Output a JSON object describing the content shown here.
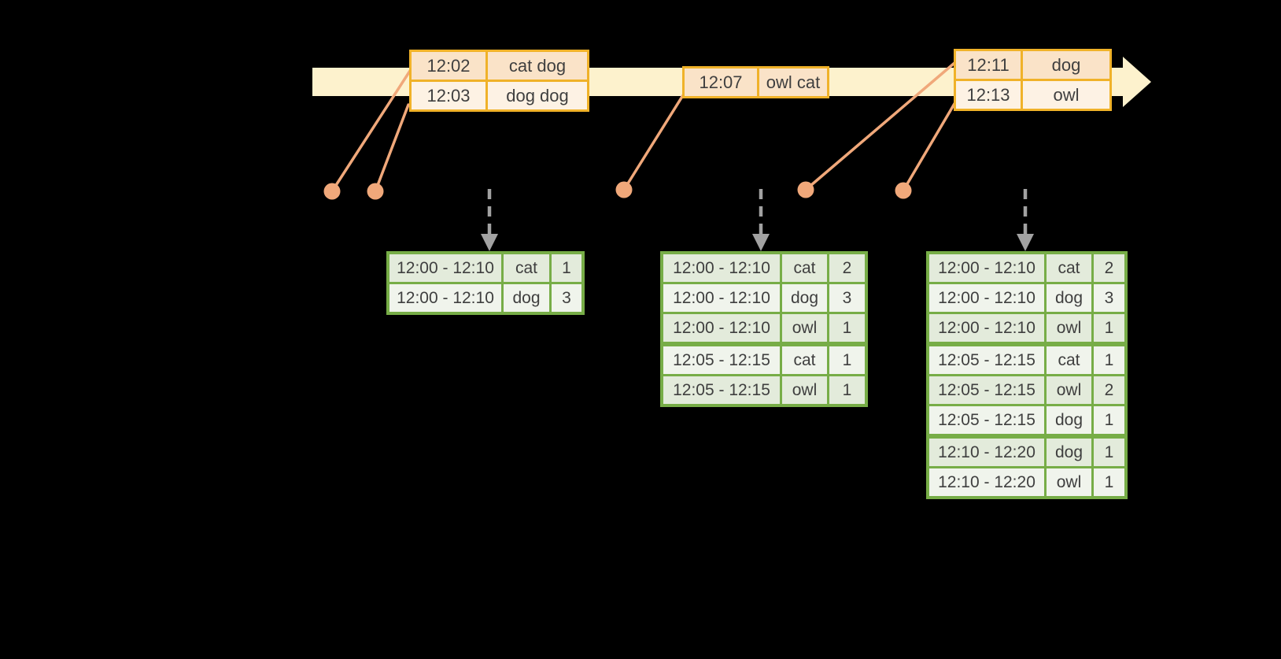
{
  "diagram": {
    "type": "streaming-windowed-word-count-timeline",
    "background": "#000000"
  },
  "colors": {
    "timeline_band": "#fdf2cd",
    "event_table_border": "#f0b229",
    "event_cell_dark": "#fae3c8",
    "event_cell_light": "#fdf2e4",
    "connector_salmon": "#f0a87a",
    "trigger_arrow_gray": "#a2a2a2",
    "result_table_green": "#77ad47",
    "result_cell_dark": "#e3ebdb",
    "result_cell_light": "#f0f4ec",
    "text": "#3f3f3f"
  },
  "event_tables": [
    {
      "rows": [
        {
          "time": "12:02",
          "words": "cat dog"
        },
        {
          "time": "12:03",
          "words": "dog dog"
        }
      ]
    },
    {
      "rows": [
        {
          "time": "12:07",
          "words": "owl cat"
        }
      ]
    },
    {
      "rows": [
        {
          "time": "12:11",
          "words": "dog"
        },
        {
          "time": "12:13",
          "words": "owl"
        }
      ]
    }
  ],
  "result_tables": [
    {
      "rows": [
        {
          "window": "12:00 - 12:10",
          "word": "cat",
          "count": "1"
        },
        {
          "window": "12:00 - 12:10",
          "word": "dog",
          "count": "3"
        }
      ]
    },
    {
      "rows": [
        {
          "window": "12:00 - 12:10",
          "word": "cat",
          "count": "2"
        },
        {
          "window": "12:00 - 12:10",
          "word": "dog",
          "count": "3"
        },
        {
          "window": "12:00 - 12:10",
          "word": "owl",
          "count": "1"
        },
        {
          "window": "12:05 - 12:15",
          "word": "cat",
          "count": "1"
        },
        {
          "window": "12:05 - 12:15",
          "word": "owl",
          "count": "1"
        }
      ]
    },
    {
      "rows": [
        {
          "window": "12:00 - 12:10",
          "word": "cat",
          "count": "2"
        },
        {
          "window": "12:00 - 12:10",
          "word": "dog",
          "count": "3"
        },
        {
          "window": "12:00 - 12:10",
          "word": "owl",
          "count": "1"
        },
        {
          "window": "12:05 - 12:15",
          "word": "cat",
          "count": "1"
        },
        {
          "window": "12:05 - 12:15",
          "word": "owl",
          "count": "2"
        },
        {
          "window": "12:05 - 12:15",
          "word": "dog",
          "count": "1"
        },
        {
          "window": "12:10 - 12:20",
          "word": "dog",
          "count": "1"
        },
        {
          "window": "12:10 - 12:20",
          "word": "owl",
          "count": "1"
        }
      ]
    }
  ]
}
